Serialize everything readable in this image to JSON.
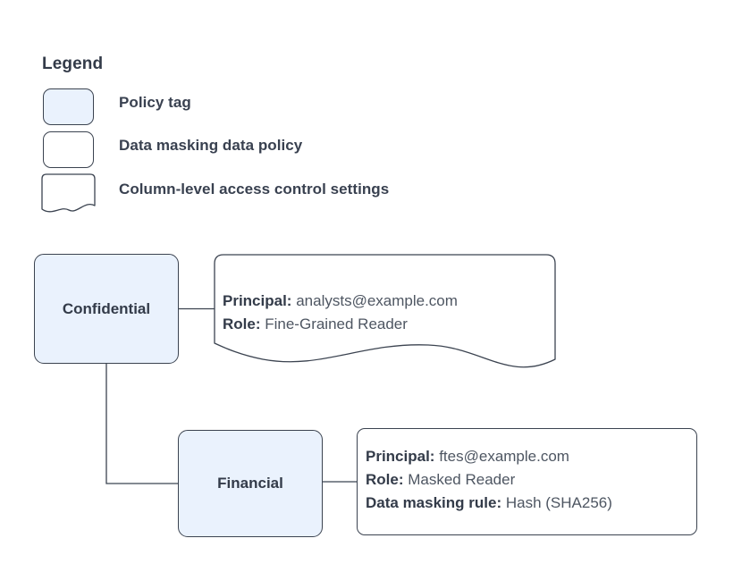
{
  "legend": {
    "title": "Legend",
    "items": [
      {
        "shape": "rounded-rect-filled",
        "label": "Policy tag",
        "fill": "#eaf2fd"
      },
      {
        "shape": "rounded-rect",
        "label": "Data masking data policy",
        "fill": "#ffffff"
      },
      {
        "shape": "document-wavy",
        "label": "Column-level access control settings",
        "fill": "#ffffff"
      }
    ]
  },
  "diagram": {
    "nodes": [
      {
        "id": "confidential",
        "label": "Confidential",
        "shape": "rounded-rect-filled"
      },
      {
        "id": "financial",
        "label": "Financial",
        "shape": "rounded-rect-filled"
      }
    ],
    "details": [
      {
        "id": "confidential-access",
        "shape": "document-wavy",
        "lines": [
          {
            "key": "Principal:",
            "value": "analysts@example.com"
          },
          {
            "key": "Role:",
            "value": "Fine-Grained Reader"
          }
        ]
      },
      {
        "id": "financial-policy",
        "shape": "rounded-rect",
        "lines": [
          {
            "key": "Principal:",
            "value": "ftes@example.com"
          },
          {
            "key": "Role:",
            "value": "Masked Reader"
          },
          {
            "key": "Data masking rule:",
            "value": "Hash (SHA256)"
          }
        ]
      }
    ],
    "connectors": [
      {
        "from": "confidential",
        "to": "confidential-access",
        "style": "straight"
      },
      {
        "from": "confidential",
        "to": "financial",
        "style": "elbow"
      },
      {
        "from": "financial",
        "to": "financial-policy",
        "style": "straight"
      }
    ]
  },
  "colors": {
    "node_fill": "#eaf2fd",
    "stroke": "#3b4350",
    "text": "#333b49",
    "value_text": "#4e5662",
    "background": "#ffffff"
  }
}
